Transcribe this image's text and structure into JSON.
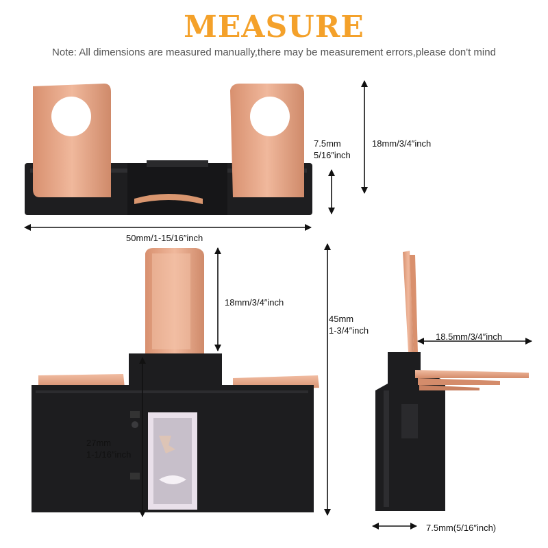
{
  "title": "MEASURE",
  "note": "Note:  All dimensions are measured manually,there may be measurement errors,please don't mind",
  "dimensions": {
    "top_height_1": "7.5mm",
    "top_height_2": "5/16″inch",
    "top_total_height": "18mm/3/4″inch",
    "top_width": "50mm/1-15/16″inch",
    "blade_height": "18mm/3/4″inch",
    "total_height_1": "45mm",
    "total_height_2": "1-3/4″inch",
    "body_height_1": "27mm",
    "body_height_2": "1-1/16″inch",
    "side_depth": "18.5mm/3/4″inch",
    "side_thickness": "7.5mm(5/16″inch)"
  },
  "colors": {
    "title": "#f4a12a",
    "copper": "#e8a789",
    "copper_dark": "#c98161",
    "body": "#1d1d1f"
  }
}
